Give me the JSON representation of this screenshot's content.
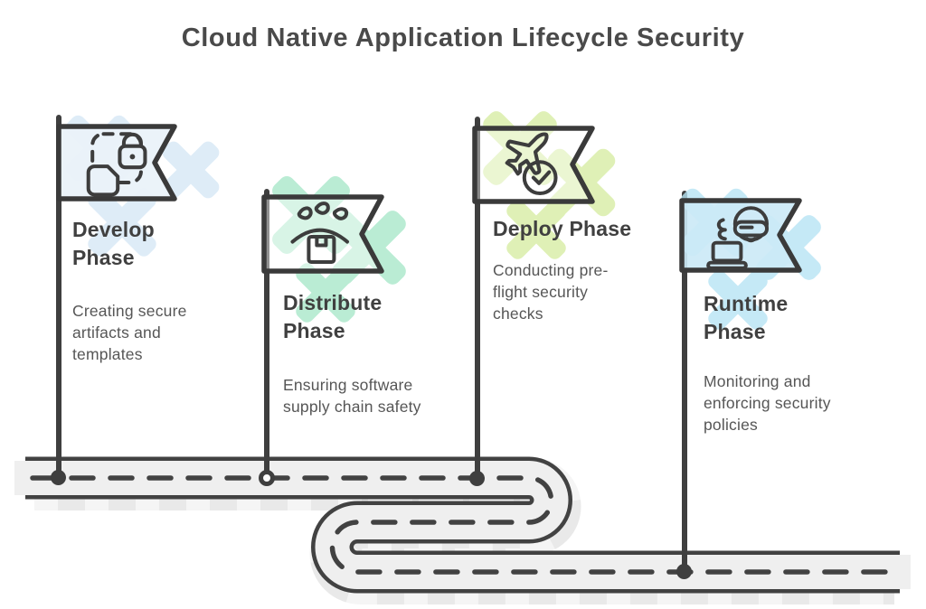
{
  "title": "Cloud Native Application Lifecycle Security",
  "ink_color": "#3a3a3a",
  "road": {
    "fill": "#efefef",
    "outline": "#424242",
    "shadow": "#e9e9e9",
    "dash_color": "#424242"
  },
  "phases": [
    {
      "name": "develop",
      "title": "Develop Phase",
      "description": "Creating secure artifacts and templates",
      "icon": "lock-template-icon",
      "x_color": "#d6e8f6",
      "banner_fill": "#eaf2f9f2",
      "marker": "filled-dot"
    },
    {
      "name": "distribute",
      "title": "Distribute Phase",
      "description": "Ensuring software supply chain safety",
      "icon": "package-drops-icon",
      "x_color": "#a9e8ca",
      "banner_fill": "#ffffff6e",
      "marker": "ring-dot"
    },
    {
      "name": "deploy",
      "title": "Deploy Phase",
      "description": "Conducting pre-flight security checks",
      "icon": "plane-check-icon",
      "x_color": "#d8eda4",
      "banner_fill": "#ffffff63",
      "marker": "filled-dot"
    },
    {
      "name": "runtime",
      "title": "Runtime Phase",
      "description": "Monitoring and enforcing security policies",
      "icon": "goggles-laptop-icon",
      "x_color": "#b7e4f4",
      "banner_fill": "#cce9f6ea",
      "marker": "filled-dot"
    }
  ]
}
